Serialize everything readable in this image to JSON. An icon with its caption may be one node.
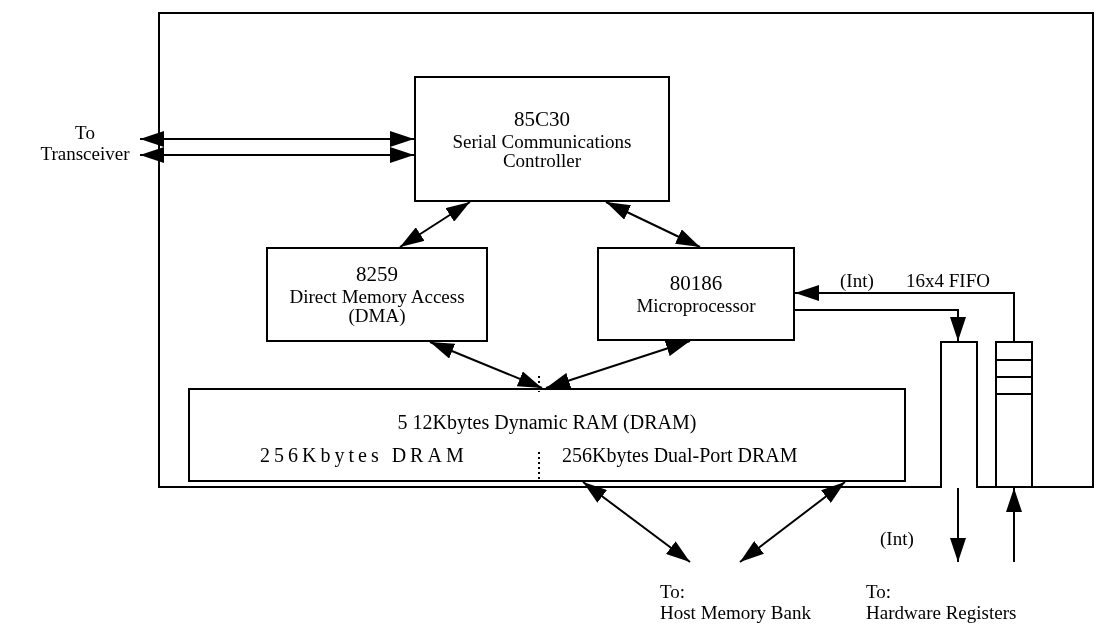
{
  "diagram": {
    "nodes": [
      {
        "text": [],
        "shape": "box"
      },
      {
        "text": [
          "To Transceiver"
        ]
      },
      {
        "text": [
          "85C30",
          "Serial Communications Controller"
        ],
        "in": 0
      },
      {
        "text": [
          "8259",
          "Direct Memory Access (DMA)"
        ],
        "in": 0
      },
      {
        "text": [
          "80186",
          "Microprocessor"
        ],
        "in": 0
      },
      {
        "text": [
          "5 12Kbytes Dynamic RAM (DRAM)",
          "256Kbytes DRAM",
          "256Kbytes Dual-Port DRAM"
        ],
        "in": 0
      },
      {
        "text": [],
        "shape": "box",
        "in": 0
      },
      {
        "text": [],
        "shape": "box",
        "in": 0
      },
      {
        "text": [
          "To:",
          "Host Memory Bank"
        ]
      },
      {
        "text": [
          "To:",
          "Hardware Registers"
        ]
      }
    ],
    "edges": [
      {
        "from": 1,
        "to": 2,
        "arrow": "both"
      },
      {
        "from": 1,
        "to": 2,
        "arrow": "both"
      },
      {
        "from": 2,
        "to": 3,
        "arrow": "both"
      },
      {
        "from": 2,
        "to": 4,
        "arrow": "both"
      },
      {
        "from": 3,
        "to": 5,
        "arrow": "both"
      },
      {
        "from": 4,
        "to": 5,
        "arrow": "both"
      },
      {
        "from": 7,
        "to": 4,
        "arrow": "to",
        "label": "(Int)"
      },
      {
        "from": 4,
        "to": 6,
        "arrow": "to"
      },
      {
        "from": 6,
        "to": 9,
        "arrow": "to",
        "label": "(Int)"
      },
      {
        "from": 9,
        "to": 7,
        "arrow": "to"
      },
      {
        "from": 5,
        "to": 8,
        "arrow": "both"
      },
      {
        "from": 5,
        "to": 8,
        "arrow": "both"
      }
    ],
    "labels": [
      "16x4 FIFO"
    ]
  }
}
